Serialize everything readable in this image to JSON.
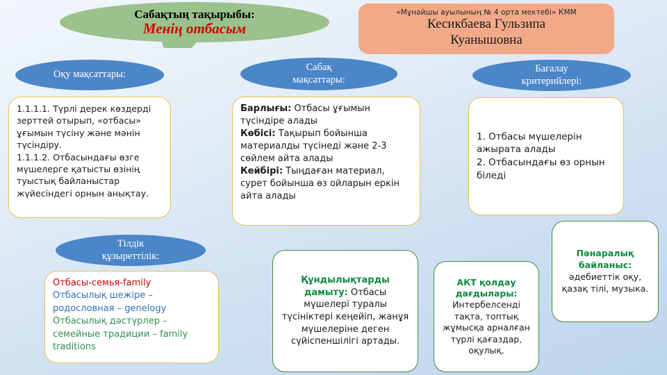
{
  "title_callout": {
    "label": "Сабақтың тақырыбы:",
    "topic": "Менің отбасым",
    "fill_color": "#9bc18c",
    "topic_color": "#d40000"
  },
  "school_box": {
    "school": "«Мұнайшы ауылының № 4 орта мектебі» КММ",
    "teacher_line1": "Кесикбаева Гульзипа",
    "teacher_line2": "Куанышовна",
    "fill_color": "#f2a987"
  },
  "pills": {
    "learning": "Оқу мақсаттары:",
    "lesson_line1": "Сабақ",
    "lesson_line2": "мақсаттары:",
    "assess_line1": "Бағалау",
    "assess_line2": "критерийлері:",
    "lingual_line1": "Тілдік",
    "lingual_line2": "құзыреттілік:",
    "fill_color": "#4a86c8"
  },
  "cards": {
    "learning_objectives": {
      "line1": "1.1.1.1. Түрлі дерек көздерді зерттей отырып, «отбасы» ұғымын түсіну және мәнін түсіндіру.",
      "line2": "1.1.1.2. Отбасындағы өзге мүшелерге қатысты өзінің туыстық байланыстар жүйесіндегі орнын анықтау."
    },
    "lesson_objectives": {
      "all_label": "Барлығы:",
      "all_text": " Отбасы ұғымын түсіндіре алады",
      "most_label": "Көбісі:",
      "most_text": " Тақырып бойынша материалды түсінеді және 2-3 сөйлем айта алады",
      "some_label": "Кейбірі:",
      "some_text": " Тыңдаған материал, сурет бойынша өз ойларын еркін айта алады"
    },
    "assessment_criteria": {
      "item1": "1. Отбасы мүшелерін ажырата алады",
      "item2": "2. Отбасындағы өз орнын біледі"
    },
    "lingual_competence": {
      "term1": "Отбасы-семья-family",
      "term2": "Отбасылық шежіре – родословная – genelogy",
      "term3": "Отбасылық дәстүрлер – семейные традиции – family traditions",
      "term1_color": "#cc0000",
      "term2_color": "#2f6fb5",
      "term3_color": "#2f8f4f"
    },
    "values_development": {
      "heading": "Құндылықтарды дамыту:",
      "text": " Отбасы мүшелері туралы түсініктері кеңейіп, жанұя мүшелеріне деген сүйіспеншілігі артады."
    },
    "ict_skills": {
      "heading": "АКТ қолдау дағдылары:",
      "text": "Интербелсенді тақта, топтық жұмысқа арналған түрлі қағаздар, оқулық."
    },
    "interdisciplinary": {
      "heading": "Пәнаралық байланыс:",
      "text": "әдебиеттік оқу, қазақ тілі, музыка."
    },
    "border_gold": "#e9bf4e",
    "border_green": "#3f8a3f",
    "heading_green": "#0f8a3d"
  }
}
